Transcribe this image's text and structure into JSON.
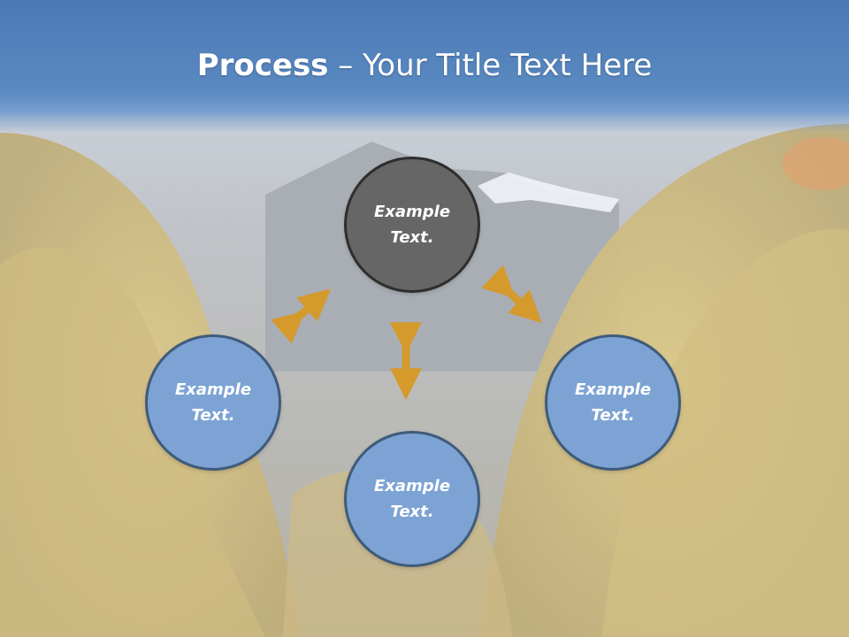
{
  "slide": {
    "title_bold": "Process",
    "title_rest": " – Your Title Text Here"
  },
  "diagram": {
    "nodes": [
      {
        "label": "Example Text.",
        "role": "center-top",
        "fill": "#666666"
      },
      {
        "label": "Example Text.",
        "role": "left",
        "fill": "#7da3d4"
      },
      {
        "label": "Example Text.",
        "role": "right",
        "fill": "#7da3d4"
      },
      {
        "label": "Example Text.",
        "role": "bottom",
        "fill": "#7da3d4"
      }
    ],
    "arrow_color": "#d49a2c"
  },
  "colors": {
    "title_band": "#5b8ac2",
    "node_blue": "#7da3d4",
    "node_dark": "#666666",
    "arrow": "#d49a2c"
  }
}
